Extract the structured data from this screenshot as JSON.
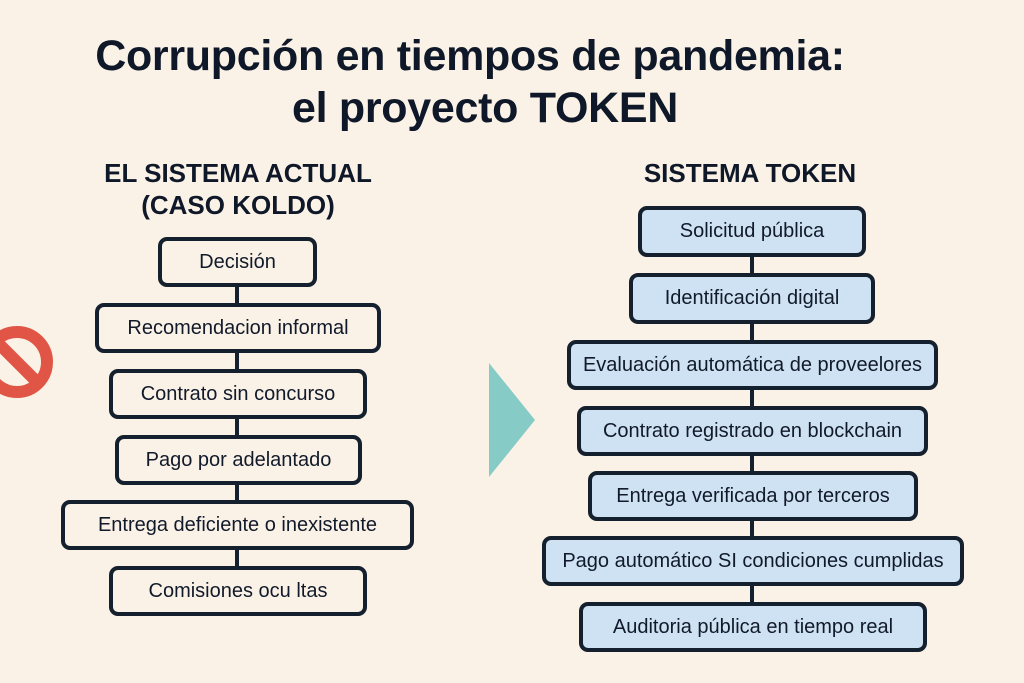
{
  "title": {
    "line1": "Corrupción en tiempos de pandemia:",
    "line2": "el proyecto TOKEN"
  },
  "left_column": {
    "heading_line1": "EL SISTEMA ACTUAL",
    "heading_line2": "(CASO KOLDO)",
    "icon": "prohibited-icon",
    "steps": [
      {
        "label": "Decisión"
      },
      {
        "label": "Recomendacion informal"
      },
      {
        "label": "Contrato sin concurso"
      },
      {
        "label": "Pago por adelantado"
      },
      {
        "label": "Entrega deficiente o inexistente"
      },
      {
        "label": "Comisiones ocu ltas"
      }
    ]
  },
  "transition": {
    "icon": "arrow-right-icon"
  },
  "right_column": {
    "heading": "SISTEMA TOKEN",
    "steps": [
      {
        "label": "Solicitud pública"
      },
      {
        "label": "Identificación digital"
      },
      {
        "label": "Evaluación automática de proveelores"
      },
      {
        "label": "Contrato registrado en blockchain"
      },
      {
        "label": "Entrega verificada por terceros"
      },
      {
        "label": "Pago automático SI condiciones cumplidas"
      },
      {
        "label": "Auditoria pública en tiempo real"
      }
    ]
  },
  "colors": {
    "background": "#fbf2e7",
    "text": "#0f1828",
    "node_border": "#15202e",
    "token_node_fill": "#cfe2f3",
    "prohibit_red": "#e05545",
    "arrow_teal": "#86cbc6"
  }
}
